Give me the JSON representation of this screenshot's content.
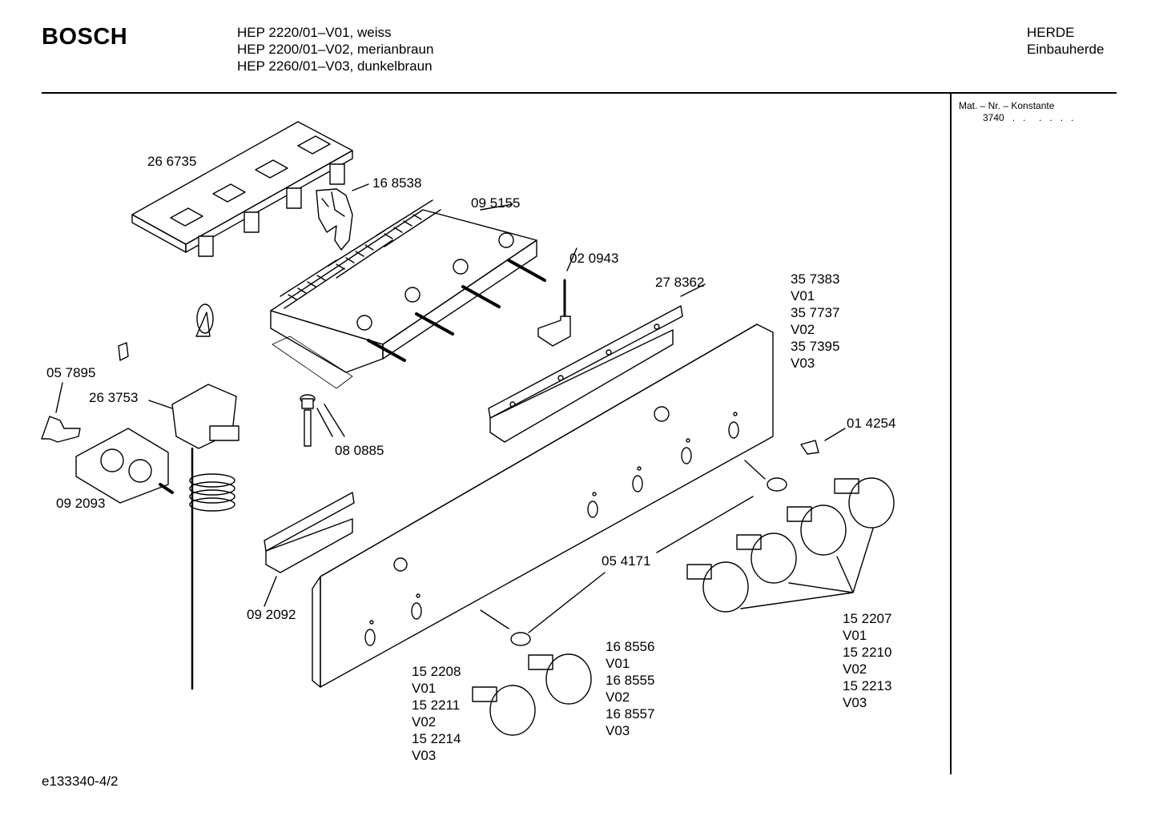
{
  "header": {
    "brand": "BOSCH",
    "models": [
      "HEP 2220/01–V01, weiss",
      "HEP 2200/01–V02, merianbraun",
      "HEP 2260/01–V03, dunkelbraun"
    ],
    "category": [
      "HERDE",
      "Einbauherde"
    ]
  },
  "sidebar": {
    "title": "Mat. – Nr. – Konstante",
    "value": "3740   .   .     .   .   .   ."
  },
  "footer": {
    "doc_id": "e133340-4/2"
  },
  "parts": {
    "p266735": "26 6735",
    "p168538": "16 8538",
    "p095155": "09 5155",
    "p020943": "02 0943",
    "p278362": "27 8362",
    "panel": [
      "35 7383",
      "V01",
      "35 7737",
      "V02",
      "35 7395",
      "V03"
    ],
    "p057895": "05 7895",
    "p263753": "26 3753",
    "p080885": "08 0885",
    "p014254": "01 4254",
    "p092093": "09 2093",
    "p054171": "05 4171",
    "p092092": "09 2092",
    "knobs_right": [
      "15 2207",
      "V01",
      "15 2210",
      "V02",
      "15 2213",
      "V03"
    ],
    "knobs_mid": [
      "16 8556",
      "V01",
      "16 8555",
      "V02",
      "16 8557",
      "V03"
    ],
    "knobs_left": [
      "15 2208",
      "V01",
      "15 2211",
      "V02",
      "15 2214",
      "V03"
    ]
  }
}
